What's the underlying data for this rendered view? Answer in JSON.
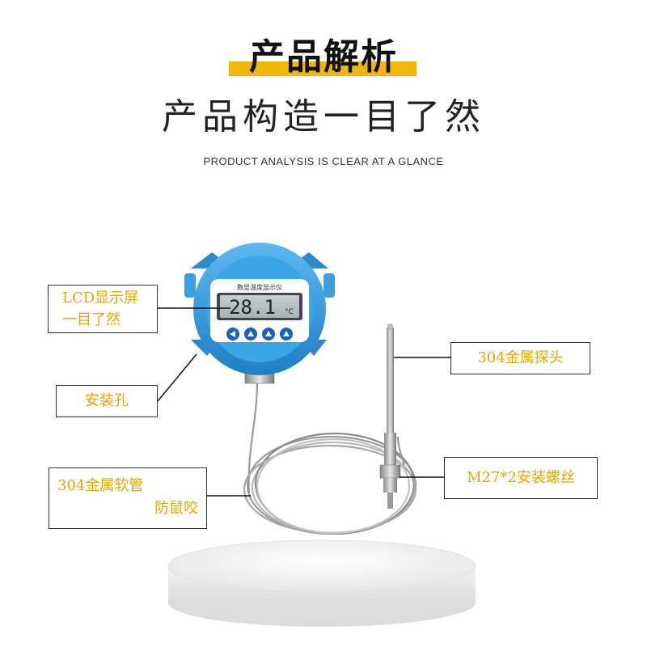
{
  "header": {
    "title": "产品解析",
    "subtitle": "产品构造一目了然",
    "english": "PRODUCT ANALYSIS IS CLEAR AT A GLANCE",
    "accent_color": "#f2b705"
  },
  "device": {
    "panel_label": "数显温度显示仪",
    "display_value": "28.1",
    "display_unit": "°C",
    "body_color": "#3aa0e0"
  },
  "labels": {
    "lcd": [
      "LCD显示屏",
      "一目了然"
    ],
    "mount_hole": "安装孔",
    "hose": [
      "304金属软管",
      "防鼠咬"
    ],
    "probe": "304金属探头",
    "thread": "M27*2安装螺丝"
  }
}
